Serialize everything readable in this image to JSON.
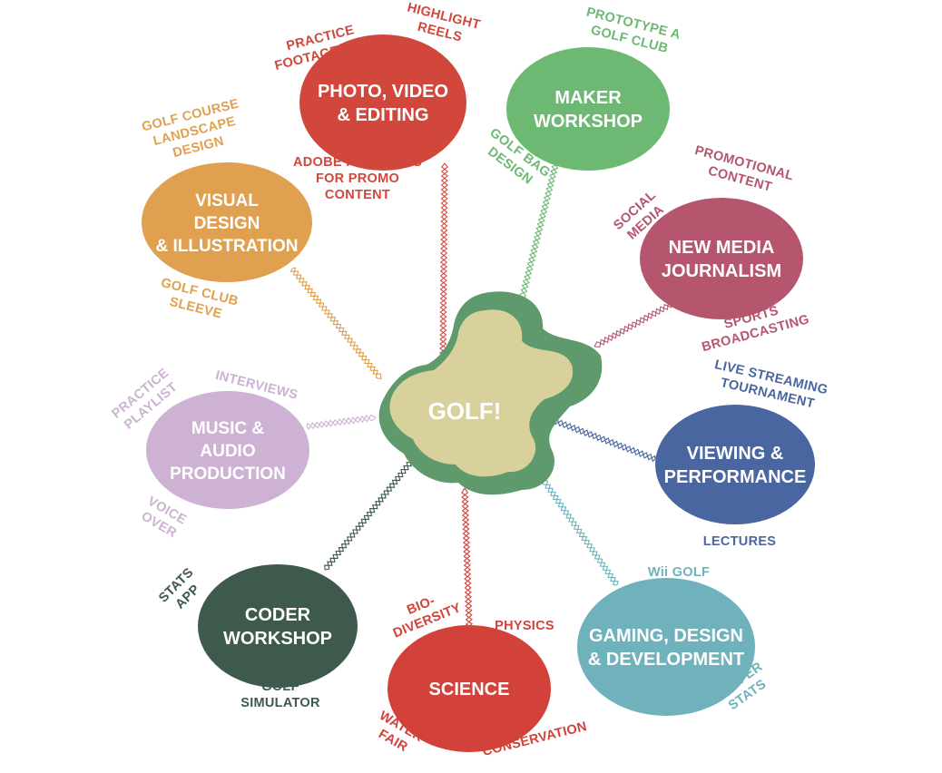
{
  "center": {
    "label": "GOLF!"
  },
  "colors": {
    "photo": "#d2473c",
    "maker": "#6db872",
    "media": "#b5566e",
    "viewing": "#4a66a1",
    "gaming": "#6fb2bb",
    "science": "#d2413a",
    "coder": "#3d5a4c",
    "music": "#cdb2d3",
    "visual": "#dfa04f",
    "blob_fill": "#d8d19b",
    "blob_shadow": "#5e9a6c"
  },
  "nodes": [
    {
      "id": "photo",
      "lines": [
        "PHOTO, VIDEO",
        "& EDITING"
      ],
      "tags": [
        {
          "lines": [
            "PRACTICE",
            "FOOTAGE/FILM"
          ]
        },
        {
          "lines": [
            "HIGHLIGHT",
            "REELS"
          ]
        },
        {
          "lines": [
            "ADOBE PRODUCTS",
            "FOR PROMO",
            "CONTENT"
          ]
        }
      ]
    },
    {
      "id": "maker",
      "lines": [
        "MAKER",
        "WORKSHOP"
      ],
      "tags": [
        {
          "lines": [
            "PROTOTYPE A",
            "GOLF CLUB"
          ]
        },
        {
          "lines": [
            "GOLF BAG",
            "DESIGN"
          ]
        }
      ]
    },
    {
      "id": "media",
      "lines": [
        "NEW MEDIA",
        "JOURNALISM"
      ],
      "tags": [
        {
          "lines": [
            "PROMOTIONAL",
            "CONTENT"
          ]
        },
        {
          "lines": [
            "SOCIAL",
            "MEDIA"
          ]
        },
        {
          "lines": [
            "SPORTS",
            "BROADCASTING"
          ]
        }
      ]
    },
    {
      "id": "viewing",
      "lines": [
        "VIEWING &",
        "PERFORMANCE"
      ],
      "tags": [
        {
          "lines": [
            "LIVE STREAMING",
            "TOURNAMENT"
          ]
        },
        {
          "lines": [
            "LECTURES"
          ]
        }
      ]
    },
    {
      "id": "gaming",
      "lines": [
        "GAMING, DESIGN",
        "& DEVELOPMENT"
      ],
      "tags": [
        {
          "lines": [
            "Wii GOLF"
          ]
        },
        {
          "lines": [
            "GOLFER",
            "STATS"
          ]
        }
      ]
    },
    {
      "id": "science",
      "lines": [
        "SCIENCE"
      ],
      "tags": [
        {
          "lines": [
            "BIO-",
            "DIVERSITY"
          ]
        },
        {
          "lines": [
            "PHYSICS"
          ]
        },
        {
          "lines": [
            "WATER",
            "FAIR"
          ]
        },
        {
          "lines": [
            "CONSERVATION"
          ]
        }
      ]
    },
    {
      "id": "coder",
      "lines": [
        "CODER",
        "WORKSHOP"
      ],
      "tags": [
        {
          "lines": [
            "STATS",
            "APP"
          ]
        },
        {
          "lines": [
            "GOLF",
            "SIMULATOR"
          ]
        }
      ]
    },
    {
      "id": "music",
      "lines": [
        "MUSIC &",
        "AUDIO",
        "PRODUCTION"
      ],
      "tags": [
        {
          "lines": [
            "PRACTICE",
            "PLAYLIST"
          ]
        },
        {
          "lines": [
            "INTERVIEWS"
          ]
        },
        {
          "lines": [
            "VOICE",
            "OVER"
          ]
        }
      ]
    },
    {
      "id": "visual",
      "lines": [
        "VISUAL",
        "DESIGN",
        "& ILLUSTRATION"
      ],
      "tags": [
        {
          "lines": [
            "GOLF COURSE",
            "LANDSCAPE",
            "DESIGN"
          ]
        },
        {
          "lines": [
            "GOLF CLUB",
            "SLEEVE"
          ]
        }
      ]
    }
  ]
}
